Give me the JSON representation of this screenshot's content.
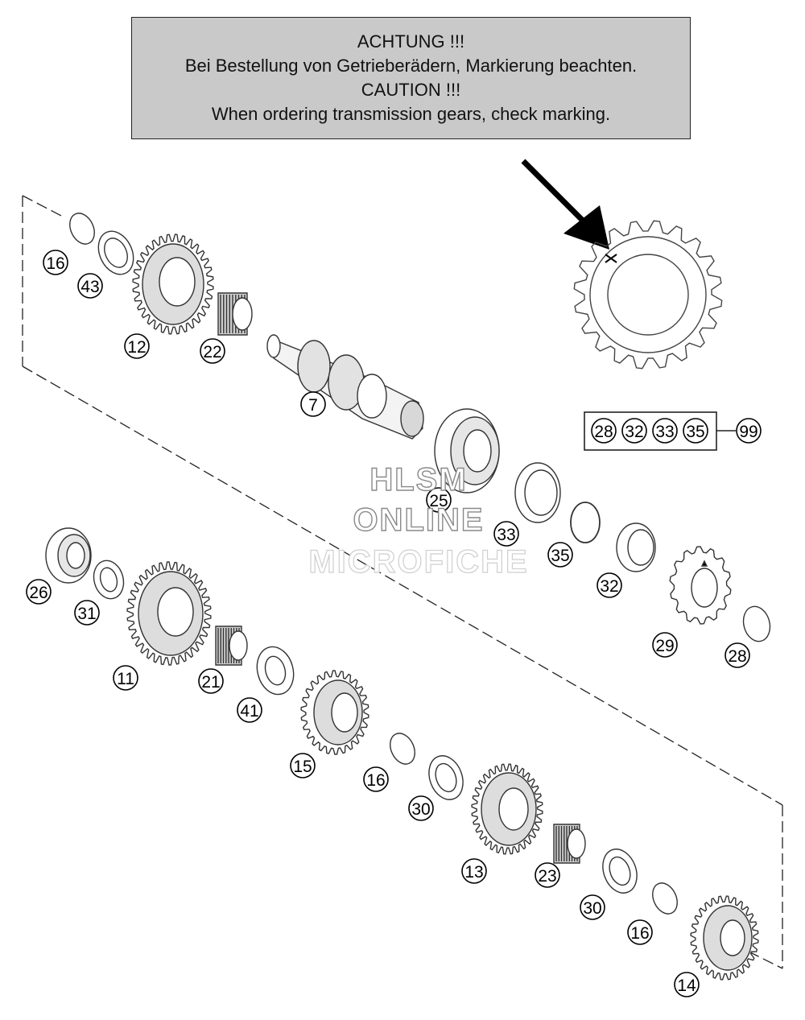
{
  "caution": {
    "line1": "ACHTUNG !!!",
    "line2": "Bei Bestellung von Getrieberädern, Markierung beachten.",
    "line3": "CAUTION !!!",
    "line4": "When ordering transmission gears, check marking."
  },
  "watermark": {
    "line1": "HLSM",
    "line2": "ONLINE",
    "line3": "MICROFICHE"
  },
  "kit": {
    "items": [
      "28",
      "32",
      "33",
      "35"
    ],
    "kit_number": "99"
  },
  "callouts": {
    "c16a": "16",
    "c43": "43",
    "c12": "12",
    "c22": "22",
    "c7": "7",
    "c25": "25",
    "c33": "33",
    "c35": "35",
    "c32": "32",
    "c29": "29",
    "c28": "28",
    "c26": "26",
    "c31": "31",
    "c11": "11",
    "c21": "21",
    "c41": "41",
    "c15": "15",
    "c16b": "16",
    "c30a": "30",
    "c13": "13",
    "c23": "23",
    "c30b": "30",
    "c16c": "16",
    "c14": "14"
  }
}
